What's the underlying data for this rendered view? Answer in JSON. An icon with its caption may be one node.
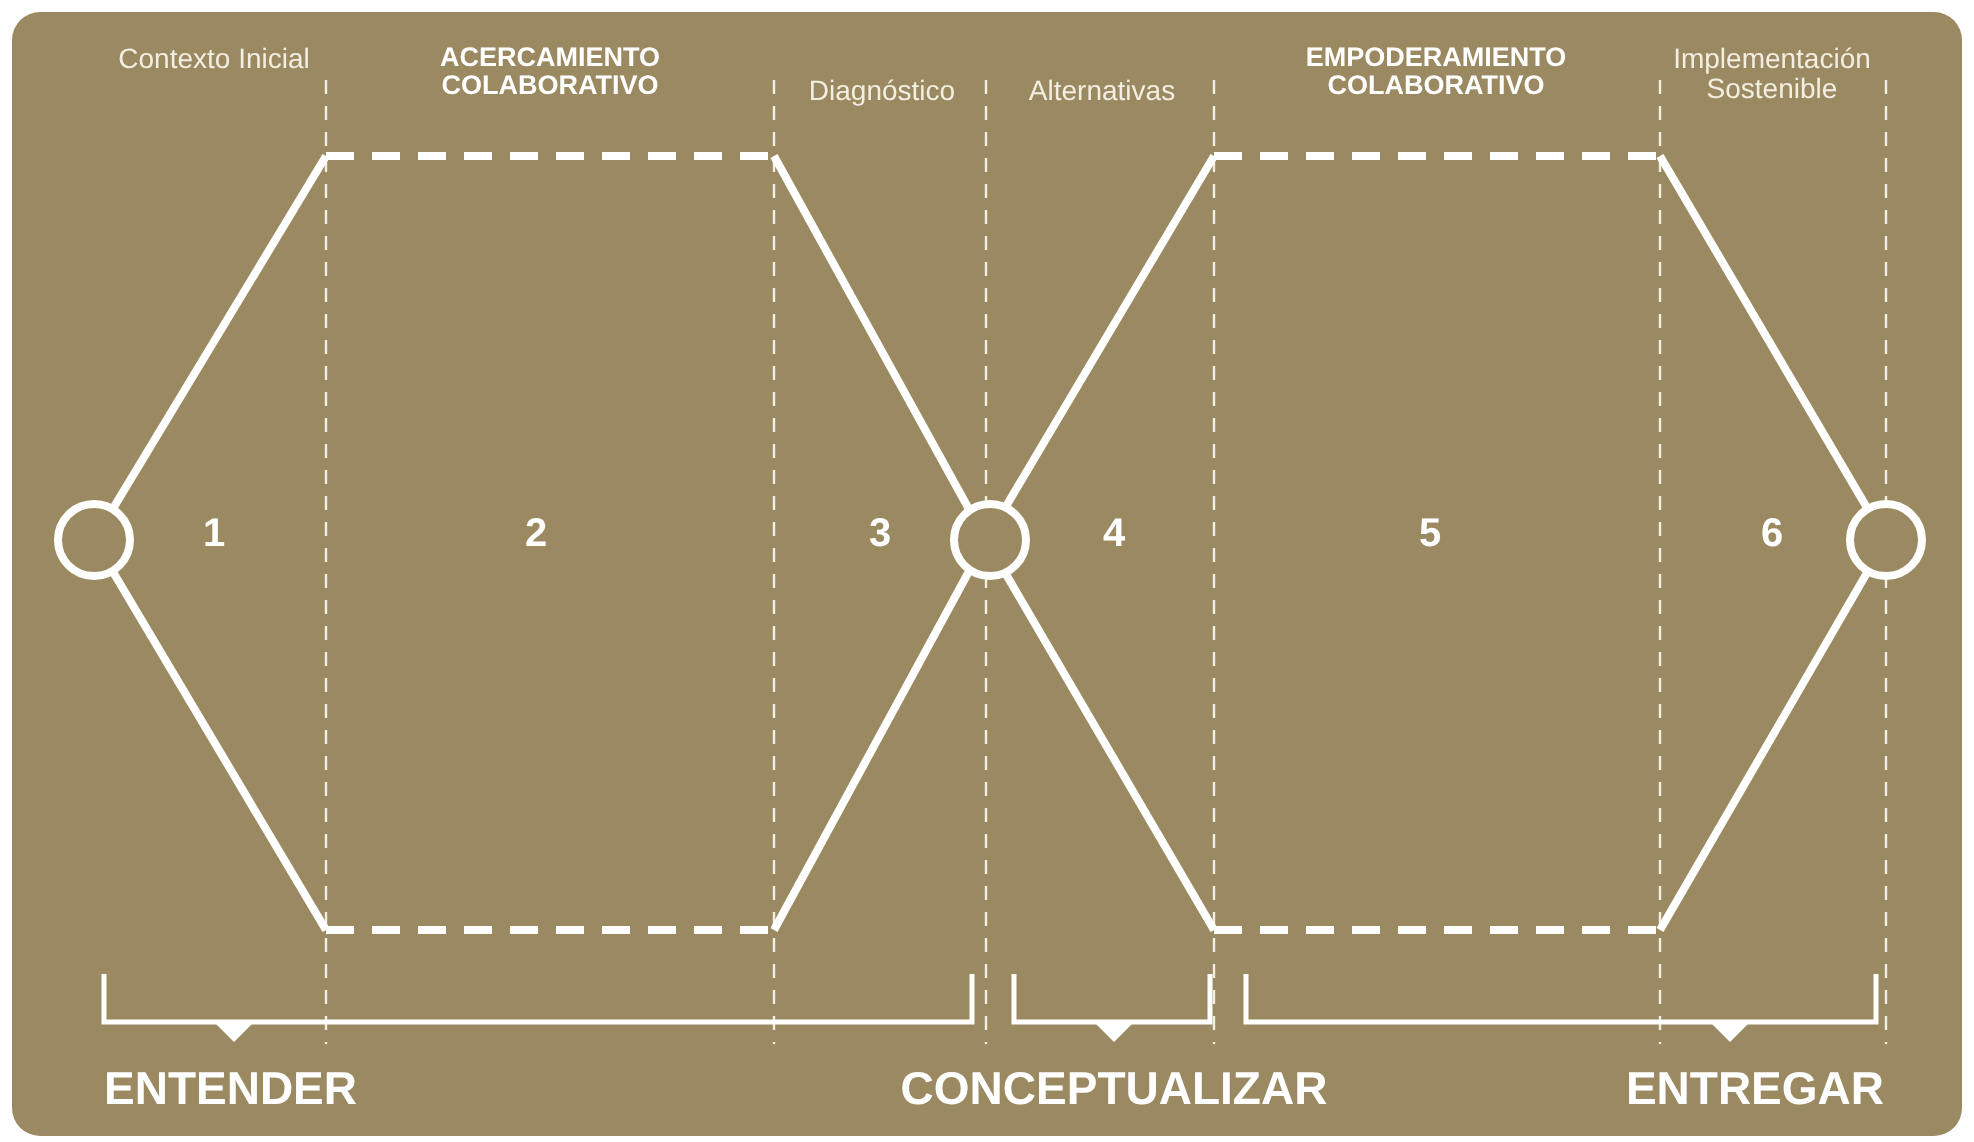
{
  "diagram": {
    "labels": [
      "Contexto Inicial",
      "ACERCAMIENTO COLABORATIVO",
      "Diagnóstico",
      "Alternativas",
      "EMPODERAMIENTO COLABORATIVO",
      "Implementación Sostenible",
      "1",
      "2",
      "3",
      "4",
      "5",
      "6",
      "ENTENDER",
      "CONCEPTUALIZAR",
      "ENTREGAR"
    ]
  }
}
